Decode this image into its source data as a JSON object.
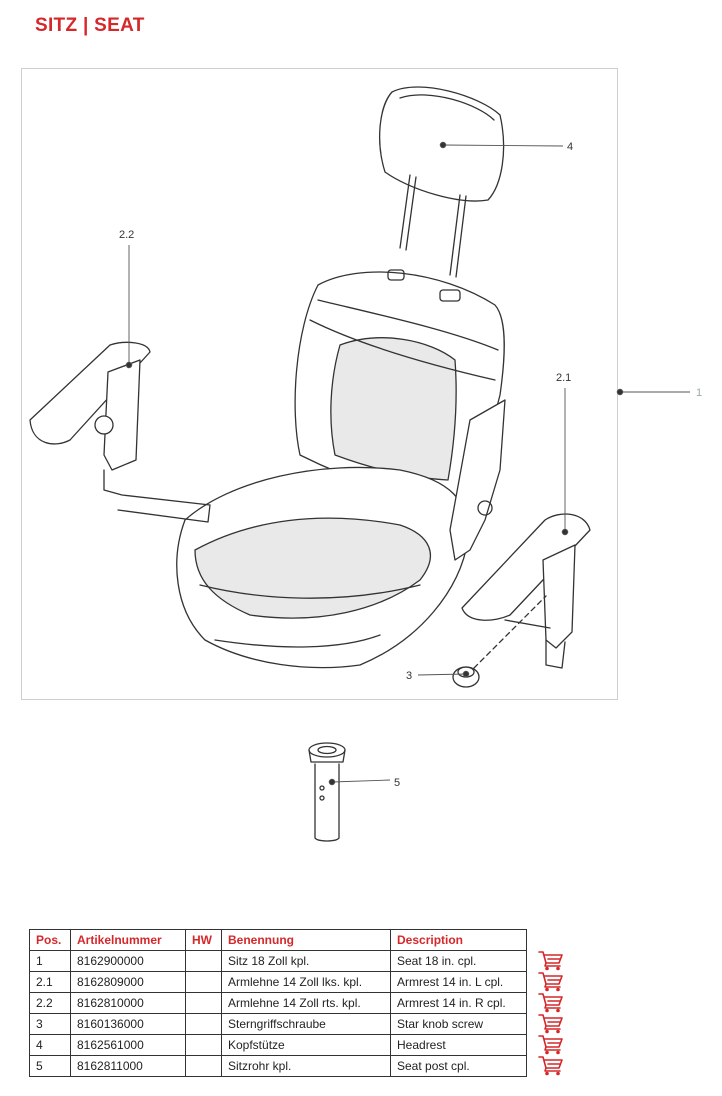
{
  "header": {
    "title": "SITZ  |  SEAT"
  },
  "colors": {
    "accent": "#d4282b",
    "line": "#333333"
  },
  "diagram": {
    "callouts": {
      "c1": "1",
      "c21": "2.1",
      "c22": "2.2",
      "c3": "3",
      "c4": "4",
      "c5": "5"
    }
  },
  "table": {
    "headers": {
      "pos": "Pos.",
      "article": "Artikelnummer",
      "hw": "HW",
      "name": "Benennung",
      "description": "Description"
    },
    "rows": [
      {
        "pos": "1",
        "article": "8162900000",
        "hw": "",
        "name": "Sitz 18 Zoll kpl.",
        "description": "Seat 18 in. cpl."
      },
      {
        "pos": "2.1",
        "article": "8162809000",
        "hw": "",
        "name": "Armlehne 14 Zoll lks. kpl.",
        "description": "Armrest 14 in. L cpl."
      },
      {
        "pos": "2.2",
        "article": "8162810000",
        "hw": "",
        "name": "Armlehne 14 Zoll rts. kpl.",
        "description": "Armrest 14 in. R cpl."
      },
      {
        "pos": "3",
        "article": "8160136000",
        "hw": "",
        "name": "Sterngriffschraube",
        "description": "Star knob screw"
      },
      {
        "pos": "4",
        "article": "8162561000",
        "hw": "",
        "name": "Kopfstütze",
        "description": "Headrest"
      },
      {
        "pos": "5",
        "article": "8162811000",
        "hw": "",
        "name": "Sitzrohr kpl.",
        "description": "Seat post cpl."
      }
    ],
    "cart_icon": "shopping-cart-icon"
  }
}
